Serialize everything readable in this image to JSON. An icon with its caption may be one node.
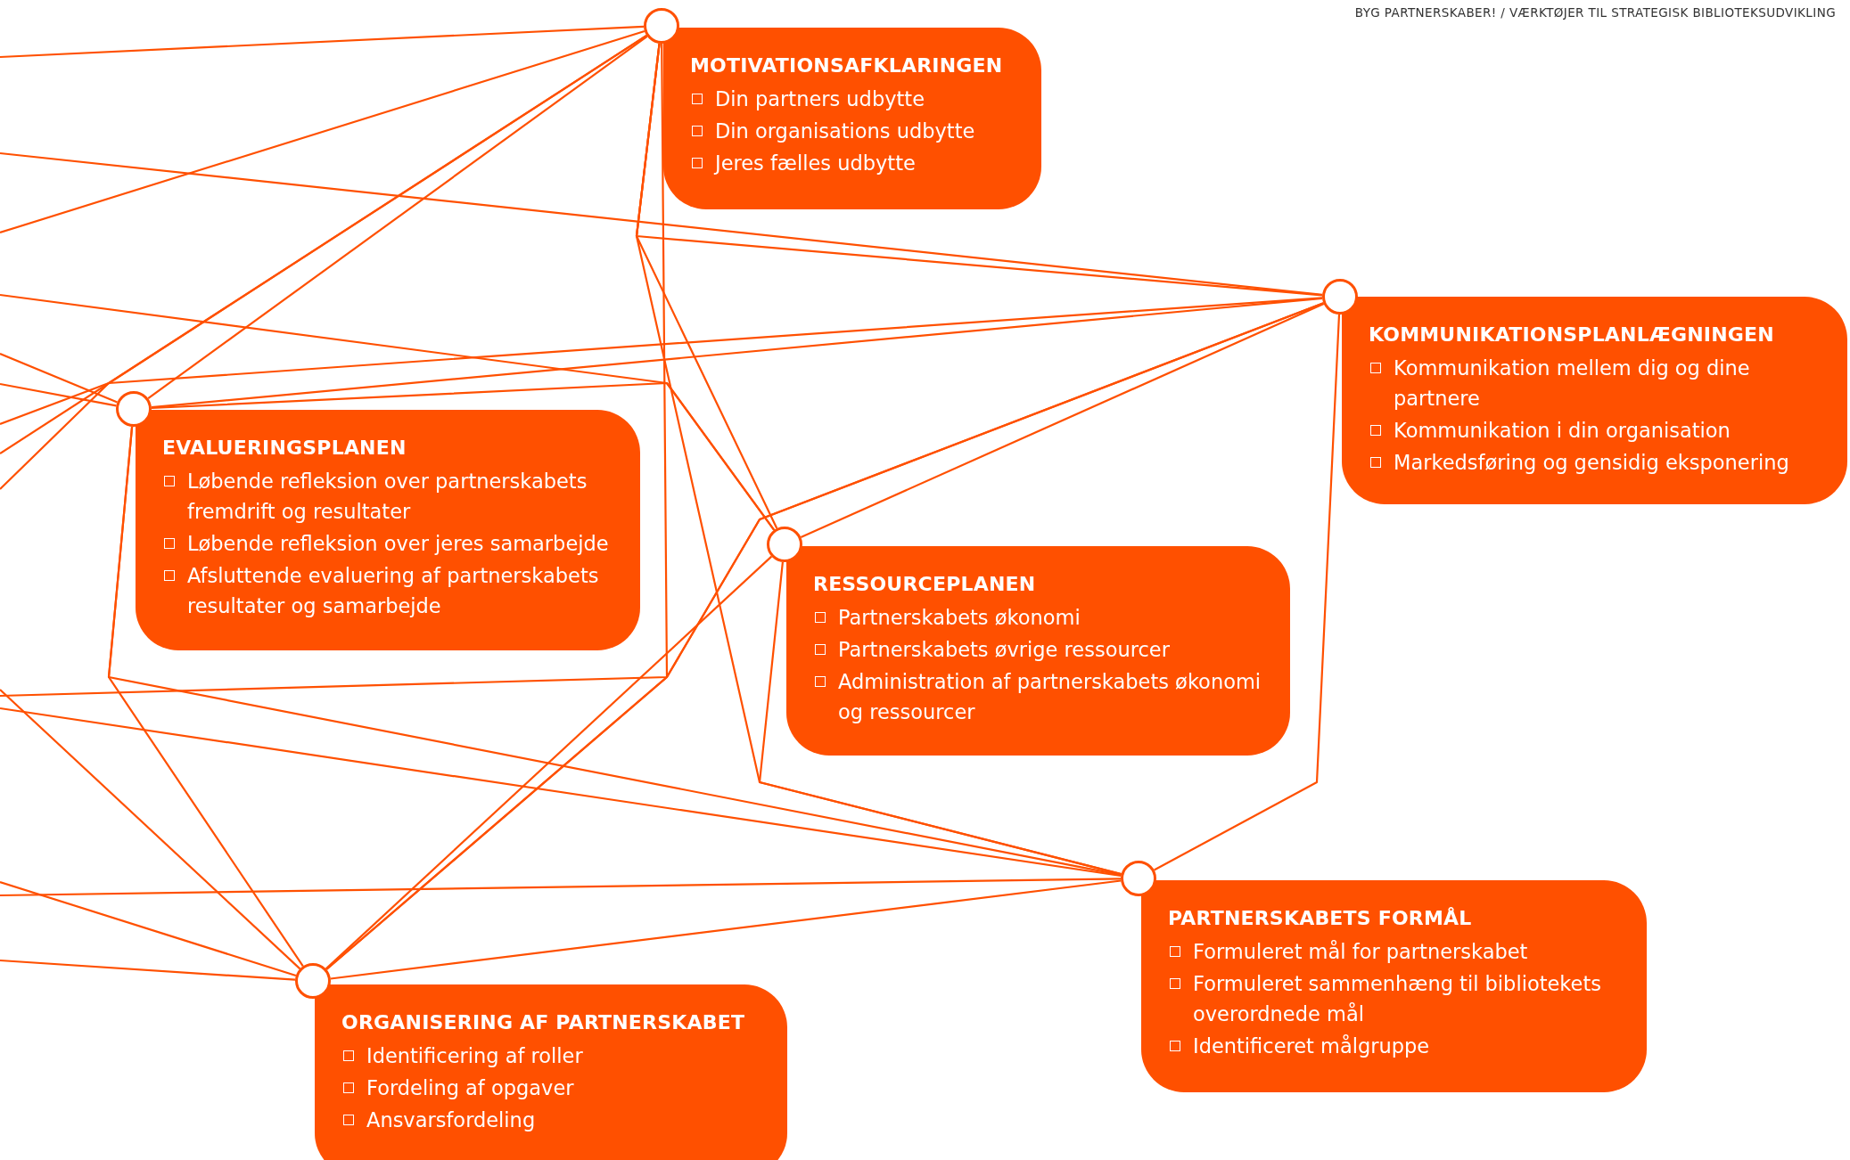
{
  "diagram": {
    "nodes": [
      {
        "text": [],
        "shape": "circle"
      },
      {
        "text": [
          "MOTIVATIONSAFKLARINGEN",
          "Din partners udbytte",
          "Din organisations udbytte",
          "Jeres fælles udbytte"
        ]
      },
      {
        "text": [],
        "shape": "circle"
      },
      {
        "text": [
          "KOMMUNIKATIONSPLANLÆGNINGEN",
          "Kommunikation mellem dig og dine partnere",
          "Kommunikation i din organisation",
          "Markedsføring og gensidig eksponering"
        ]
      },
      {
        "text": [],
        "shape": "circle"
      },
      {
        "text": [
          "EVALUERINGSPLANEN",
          "Løbende refleksion over partnerskabets fremdrift og resultater",
          "Løbende refleksion over jeres samarbejde",
          "Afsluttende evaluering af partnerskabets resultater og samarbejde"
        ]
      },
      {
        "text": [],
        "shape": "circle"
      },
      {
        "text": [
          "RESSOURCEPLANEN",
          "Partnerskabets økonomi",
          "Partnerskabets øvrige ressourcer",
          "Administration af partnerskabets økonomi og ressourcer"
        ]
      },
      {
        "text": [],
        "shape": "circle"
      },
      {
        "text": [
          "PARTNERSKABETS FORMÅL",
          "Formuleret mål for partnerskabet",
          "Formuleret sammenhæng til bibliotekets overordnede mål",
          "Identificeret målgruppe"
        ]
      },
      {
        "text": [],
        "shape": "circle"
      },
      {
        "text": [
          "ORGANISERING AF PARTNERSKABET",
          "Identificering af roller",
          "Fordeling af opgaver",
          "Ansvarsfordeling"
        ]
      }
    ],
    "edges": [
      {
        "from": 0,
        "to": 2,
        "arrow": "none"
      },
      {
        "from": 0,
        "to": 4,
        "arrow": "none"
      },
      {
        "from": 0,
        "to": 6,
        "arrow": "none"
      },
      {
        "from": 0,
        "to": 8,
        "arrow": "none"
      },
      {
        "from": 0,
        "to": 10,
        "arrow": "none"
      },
      {
        "from": 2,
        "to": 4,
        "arrow": "none"
      },
      {
        "from": 2,
        "to": 6,
        "arrow": "none"
      },
      {
        "from": 2,
        "to": 8,
        "arrow": "none"
      },
      {
        "from": 2,
        "to": 10,
        "arrow": "none"
      },
      {
        "from": 4,
        "to": 6,
        "arrow": "none"
      },
      {
        "from": 4,
        "to": 8,
        "arrow": "none"
      },
      {
        "from": 4,
        "to": 10,
        "arrow": "none"
      },
      {
        "from": 6,
        "to": 8,
        "arrow": "none"
      },
      {
        "from": 6,
        "to": 10,
        "arrow": "none"
      },
      {
        "from": 8,
        "to": 10,
        "arrow": "none"
      },
      {
        "from": null,
        "to": 0,
        "arrow": "none"
      },
      {
        "from": null,
        "to": 0,
        "arrow": "none"
      },
      {
        "from": null,
        "to": 0,
        "arrow": "none"
      },
      {
        "from": null,
        "to": 0,
        "arrow": "none"
      },
      {
        "from": null,
        "to": 2,
        "arrow": "none"
      },
      {
        "from": null,
        "to": 2,
        "arrow": "none"
      },
      {
        "from": null,
        "to": 2,
        "arrow": "none"
      },
      {
        "from": null,
        "to": 4,
        "arrow": "none"
      },
      {
        "from": null,
        "to": 4,
        "arrow": "none"
      },
      {
        "from": null,
        "to": 6,
        "arrow": "none"
      },
      {
        "from": null,
        "to": 8,
        "arrow": "none"
      },
      {
        "from": null,
        "to": 8,
        "arrow": "none"
      },
      {
        "from": null,
        "to": 10,
        "arrow": "none"
      },
      {
        "from": null,
        "to": 10,
        "arrow": "none"
      },
      {
        "from": null,
        "to": 10,
        "arrow": "none"
      }
    ],
    "labels": [
      "BYG PARTNERSKABER! / VÆRKTØJER TIL STRATEGISK BIBLIOTEKSUDVIKLING"
    ]
  }
}
